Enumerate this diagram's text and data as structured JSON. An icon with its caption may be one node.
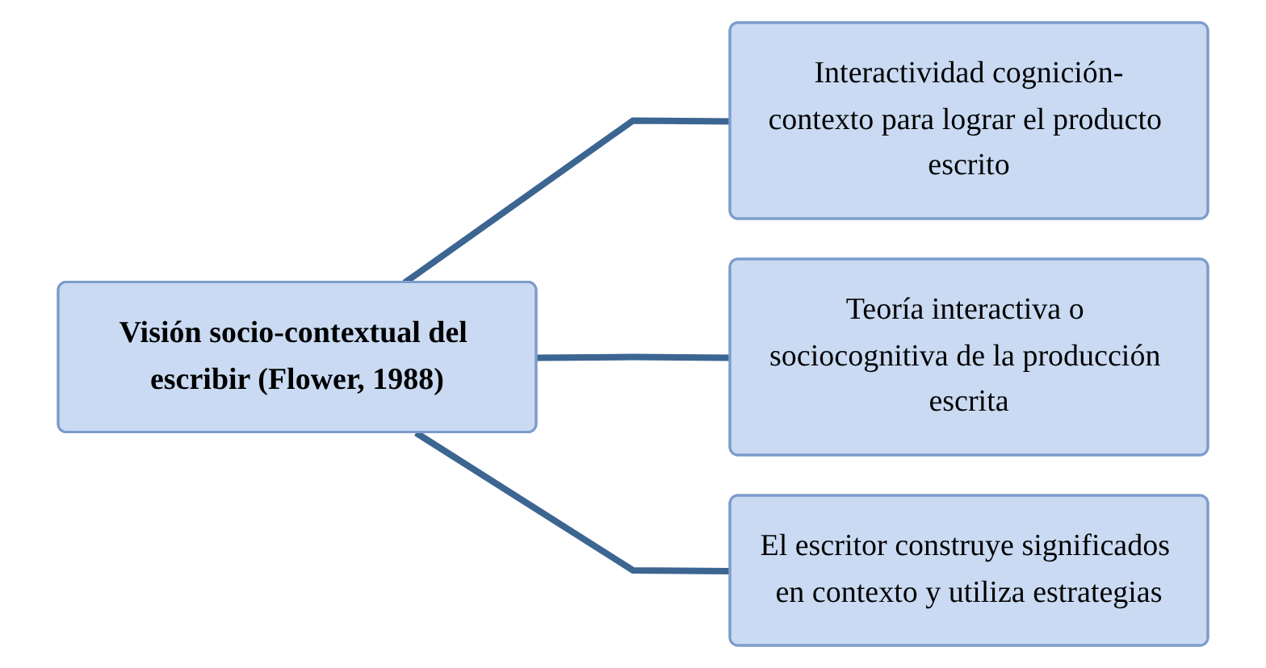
{
  "diagram": {
    "nodes": [
      {
        "text": [
          "Visión socio-contextual del escribir (Flower, 1988)"
        ]
      },
      {
        "text": [
          "Interactividad cognición-contexto para lograr el producto escrito"
        ]
      },
      {
        "text": [
          "Teoría interactiva o sociocognitiva de la producción escrita"
        ]
      },
      {
        "text": [
          "El escritor construye significados en contexto y utiliza estrategias"
        ]
      }
    ],
    "edges": [
      {
        "from": 0,
        "to": 1,
        "arrow": "none"
      },
      {
        "from": 0,
        "to": 2,
        "arrow": "none"
      },
      {
        "from": 0,
        "to": 3,
        "arrow": "none"
      }
    ]
  }
}
